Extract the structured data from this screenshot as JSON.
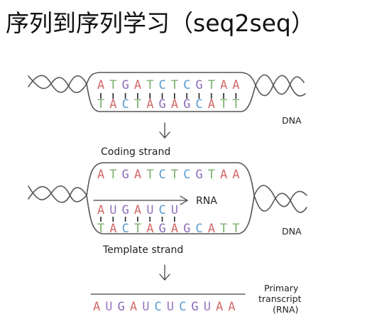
{
  "title": "序列到序列学习（seq2seq）",
  "colors": {
    "A": "#d36a6a",
    "T": "#7ab06e",
    "G": "#8c6db7",
    "C": "#5a9bcf",
    "U": "#9a78c0",
    "outline": "#555555"
  },
  "dna1": {
    "top": [
      "A",
      "T",
      "G",
      "A",
      "T",
      "C",
      "T",
      "C",
      "G",
      "T",
      "A",
      "A"
    ],
    "bottom": [
      "T",
      "A",
      "C",
      "T",
      "A",
      "G",
      "A",
      "G",
      "C",
      "A",
      "T",
      "T"
    ],
    "label": "DNA"
  },
  "coding_strand_label": "Coding strand",
  "dna2": {
    "top": [
      "A",
      "T",
      "G",
      "A",
      "T",
      "C",
      "T",
      "C",
      "G",
      "T",
      "A",
      "A"
    ],
    "rna_partial": [
      "A",
      "U",
      "G",
      "A",
      "U",
      "C",
      "U"
    ],
    "rna_label": "RNA",
    "bottom": [
      "T",
      "A",
      "C",
      "T",
      "A",
      "G",
      "A",
      "G",
      "C",
      "A",
      "T",
      "T"
    ],
    "label": "DNA"
  },
  "template_strand_label": "Template strand",
  "transcript": {
    "sequence": [
      "A",
      "U",
      "G",
      "A",
      "U",
      "C",
      "U",
      "C",
      "G",
      "U",
      "A",
      "A"
    ],
    "label_lines": [
      "Primary",
      "transcript",
      "(RNA)"
    ]
  }
}
